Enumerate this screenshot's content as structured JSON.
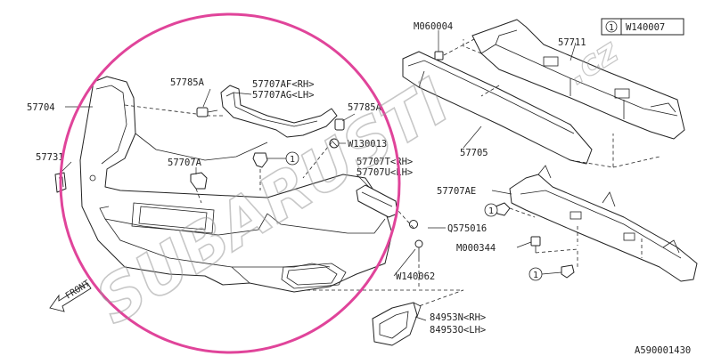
{
  "labels": {
    "bumper_face": "57704",
    "clip_left": "57731",
    "bracket_a_upper": "57785A",
    "bracket_a_lower": "57785A",
    "bracket_rh_lh_line1": "57707AF<RH>",
    "bracket_rh_lh_line2": "57707AG<LH>",
    "screw_w130013": "W130013",
    "part_57707a": "57707A",
    "side_bracket_line1": "57707T<RH>",
    "side_bracket_line2": "57707U<LH>",
    "clip_q575016": "Q575016",
    "bolt_w140062": "W140062",
    "bolt_m060004": "M060004",
    "reinforcement": "57711",
    "absorber": "57705",
    "lower_beam": "57707AE",
    "bolt_m000344": "M000344",
    "fog_cover_line1": "84953N<RH>",
    "fog_cover_line2": "84953O<LH>",
    "front_arrow": "FRONT",
    "diagram_code": "A590001430"
  },
  "callouts": {
    "note_number": "1",
    "note_box_number": "1",
    "note_box_code": "W140007"
  },
  "watermark": {
    "text": "SUBARUSTI",
    "suffix": ".cz",
    "circle_color": "#e0449a"
  }
}
